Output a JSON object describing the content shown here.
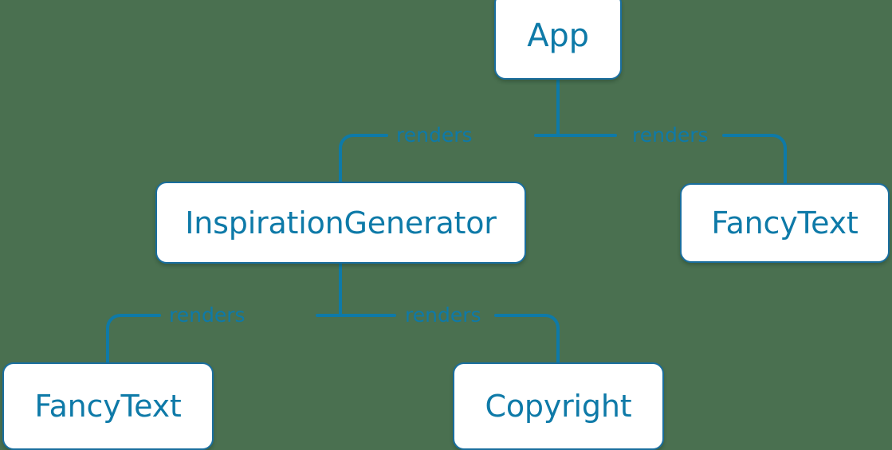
{
  "diagram": {
    "type": "component-tree",
    "background_color": "#4a7050",
    "node_fill_color": "#ffffff",
    "node_border_color": "#1a6e9e",
    "text_color": "#0e7aa8",
    "edge_color": "#0e7aa8",
    "nodes": [
      {
        "id": "app",
        "label": "App"
      },
      {
        "id": "inspgen",
        "label": "InspirationGenerator"
      },
      {
        "id": "fancy_r",
        "label": "FancyText"
      },
      {
        "id": "fancy_b",
        "label": "FancyText"
      },
      {
        "id": "copyright",
        "label": "Copyright"
      }
    ],
    "edges": [
      {
        "from": "app",
        "to": "inspgen",
        "label": "renders"
      },
      {
        "from": "app",
        "to": "fancy_r",
        "label": "renders"
      },
      {
        "from": "inspgen",
        "to": "fancy_b",
        "label": "renders"
      },
      {
        "from": "inspgen",
        "to": "copyright",
        "label": "renders"
      }
    ]
  }
}
